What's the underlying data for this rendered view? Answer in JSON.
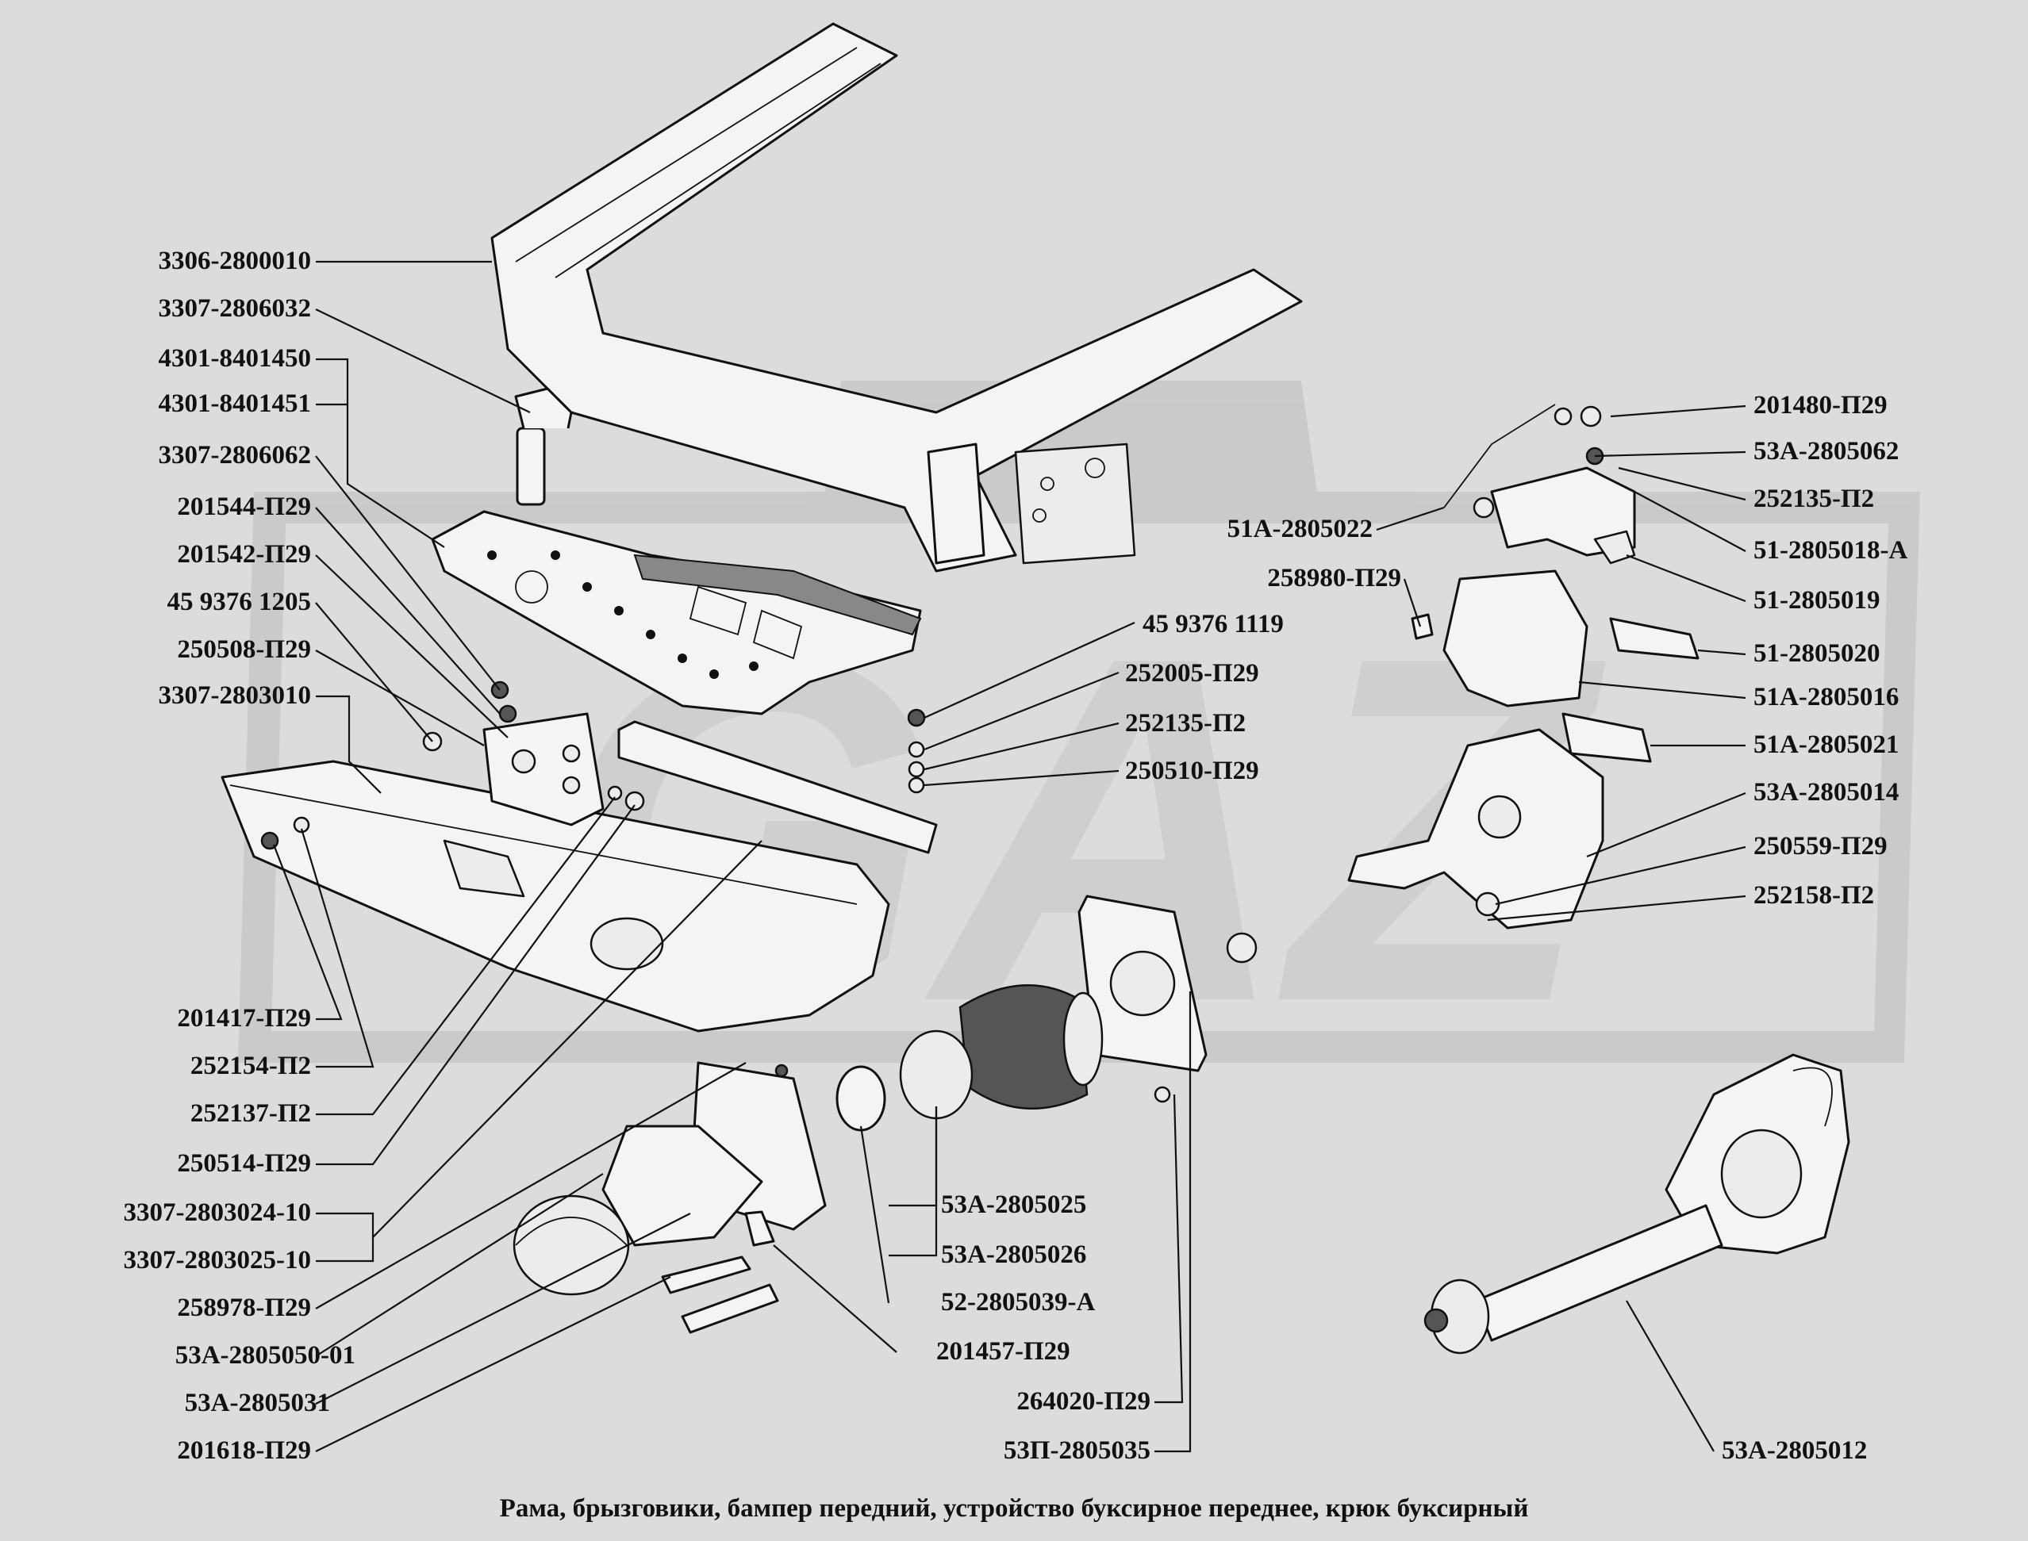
{
  "caption": "Рама, брызговики, бампер передний, устройство буксирное переднее, крюк буксирный",
  "labels_left": [
    "3306-2800010",
    "3307-2806032",
    "4301-8401450",
    "4301-8401451",
    "3307-2806062",
    "201544-П29",
    "201542-П29",
    "45 9376 1205",
    "250508-П29",
    "3307-2803010",
    "201417-П29",
    "252154-П2",
    "252137-П2",
    "250514-П29",
    "3307-2803024-10",
    "3307-2803025-10",
    "258978-П29",
    "53А-2805050-01",
    "53А-2805031",
    "201618-П29"
  ],
  "labels_center": [
    "45 9376 1119",
    "252005-П29",
    "252135-П2",
    "250510-П29",
    "51А-2805022",
    "258980-П29",
    "53А-2805025",
    "53А-2805026",
    "52-2805039-А",
    "201457-П29",
    "264020-П29",
    "53П-2805035"
  ],
  "labels_right": [
    "201480-П29",
    "53А-2805062",
    "252135-П2",
    "51-2805018-А",
    "51-2805019",
    "51-2805020",
    "51А-2805016",
    "51А-2805021",
    "53А-2805014",
    "250559-П29",
    "252158-П2",
    "53А-2805012"
  ]
}
